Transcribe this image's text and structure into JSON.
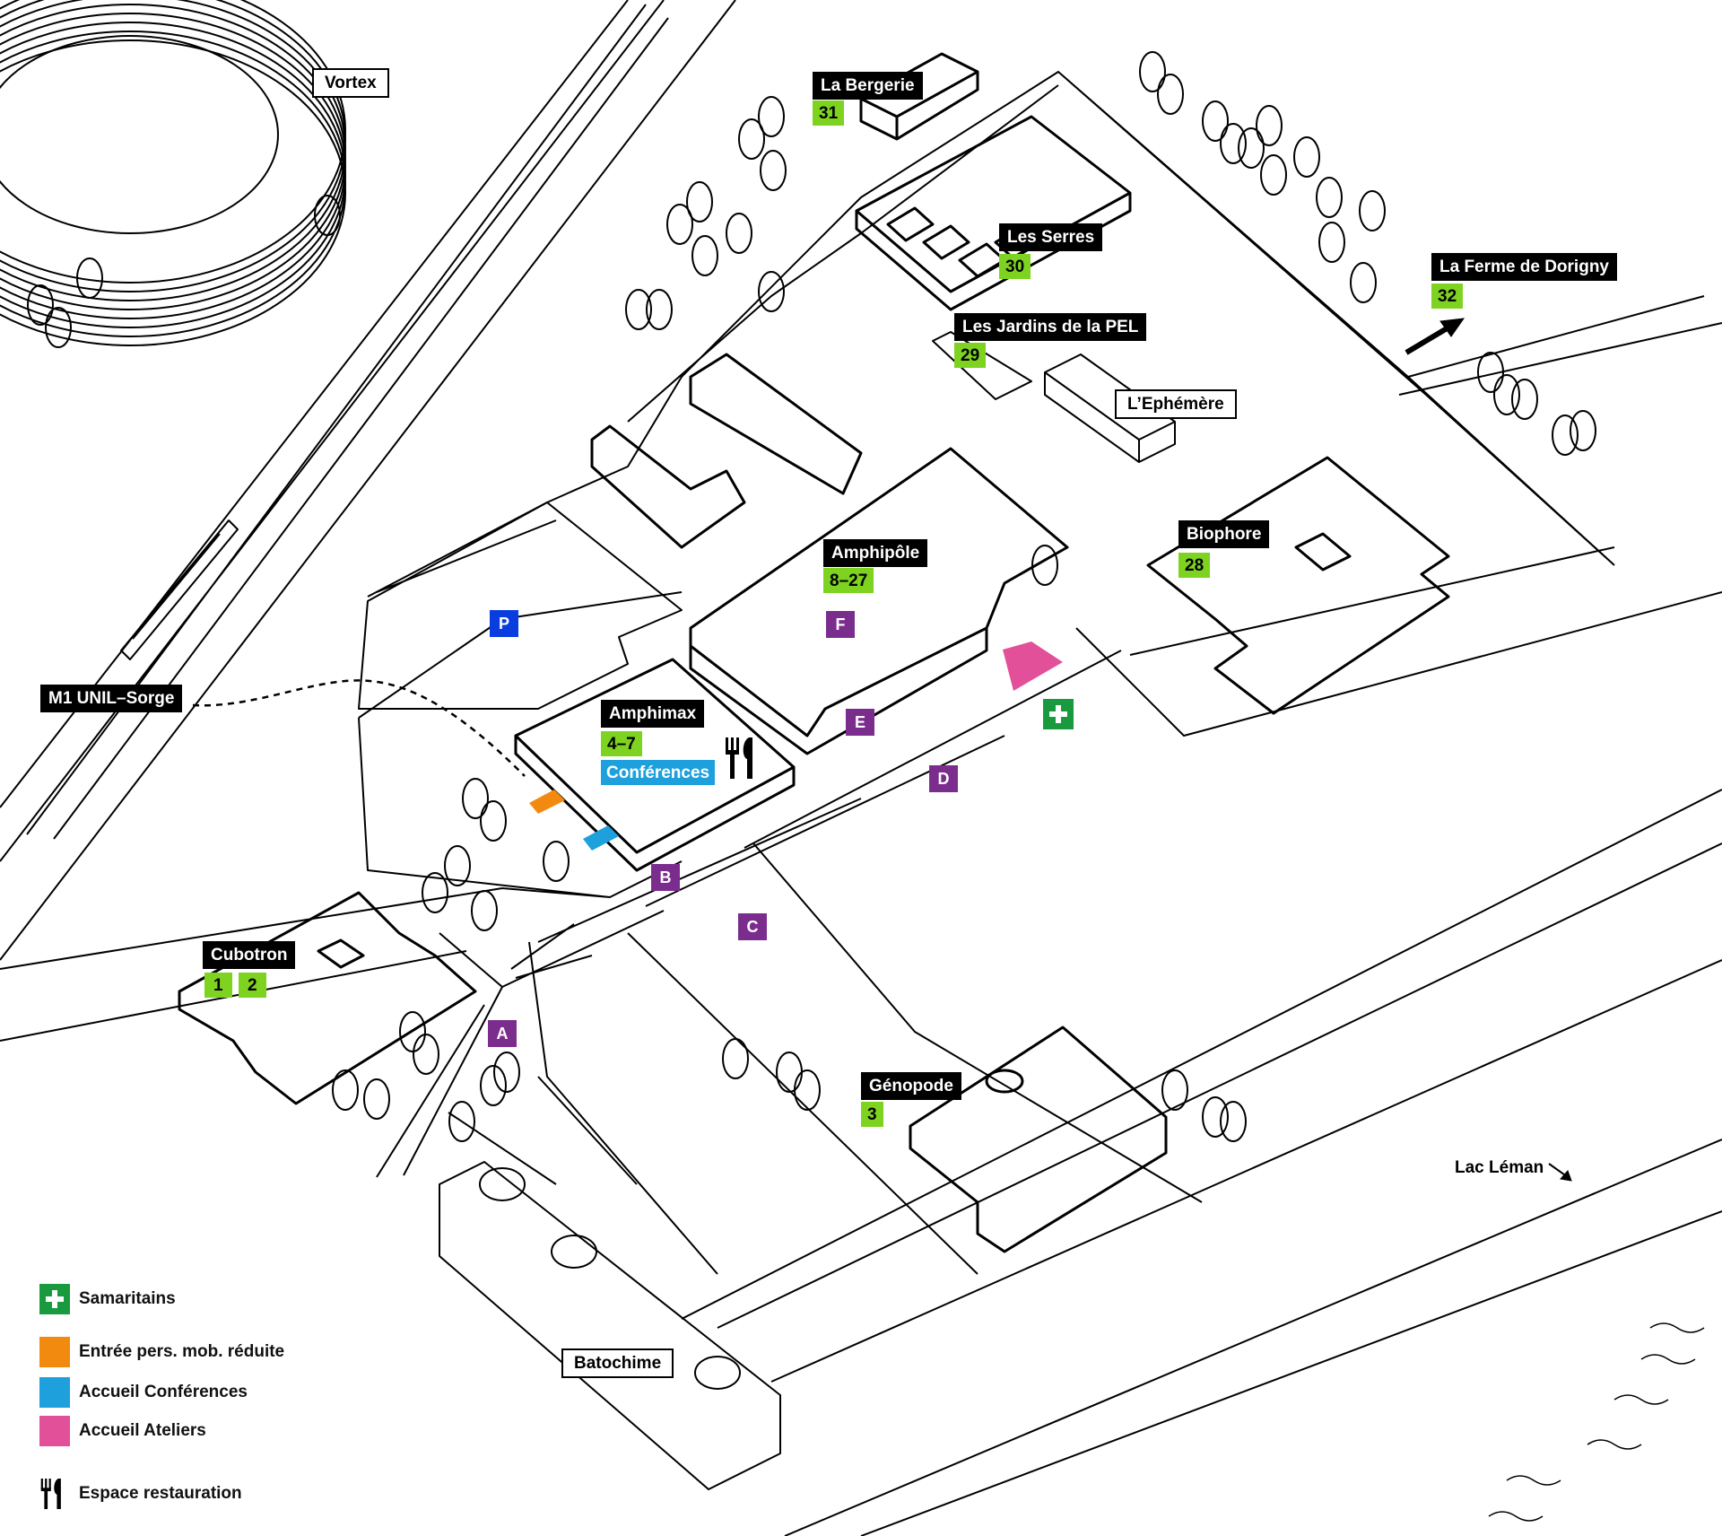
{
  "colors": {
    "label_bg": "#000000",
    "number_bg": "#7ed321",
    "zone_bg": "#7b2d8e",
    "parking_bg": "#0a3de0",
    "samaritains": "#1a9a3f",
    "entree_pmr": "#f28a10",
    "accueil_conferences": "#1ea0dc",
    "accueil_ateliers": "#e2509a"
  },
  "buildings": {
    "vortex": "Vortex",
    "bergerie": "La Bergerie",
    "bergerie_num": "31",
    "serres": "Les Serres",
    "serres_num": "30",
    "ferme": "La Ferme de Dorigny",
    "ferme_num": "32",
    "jardins": "Les Jardins de la PEL",
    "jardins_num": "29",
    "ephemere": "L’Ephémère",
    "biophore": "Biophore",
    "biophore_num": "28",
    "amphipole": "Amphipôle",
    "amphipole_num": "8–27",
    "amphimax": "Amphimax",
    "amphimax_num": "4–7",
    "amphimax_conf": "Conférences",
    "metro": "M1 UNIL–Sorge",
    "cubotron": "Cubotron",
    "cubotron_num1": "1",
    "cubotron_num2": "2",
    "genopode": "Génopode",
    "genopode_num": "3",
    "batochime": "Batochime",
    "lac": "Lac Léman"
  },
  "zones": {
    "p": "P",
    "f": "F",
    "e": "E",
    "d": "D",
    "b": "B",
    "c": "C",
    "a": "A"
  },
  "legend": {
    "samaritains": "Samaritains",
    "entree_pmr": "Entrée pers. mob. réduite",
    "accueil_conferences": "Accueil Conférences",
    "accueil_ateliers": "Accueil Ateliers",
    "restauration": "Espace restauration"
  },
  "icons": {
    "restauration": "fork-knife-icon",
    "samaritains": "plus-cross-icon",
    "direction": "arrow-icon"
  }
}
